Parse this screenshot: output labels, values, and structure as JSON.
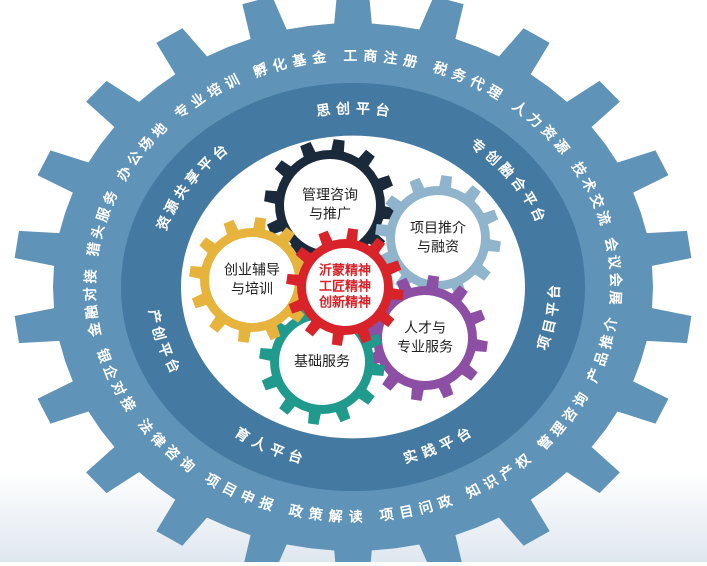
{
  "outer_ring": {
    "items": [
      "孵化基金",
      "工商注册",
      "税务代理",
      "人力资源",
      "技术交流",
      "会议会展",
      "产品推介",
      "管理咨询",
      "知识产权",
      "项目问政",
      "政策解读",
      "项目申报",
      "法律咨询",
      "银企对接",
      "金融对接",
      "猎头服务",
      "办公场地",
      "专业培训"
    ]
  },
  "middle_ring": {
    "items": [
      "思创平台",
      "专创融合平台",
      "项目平台",
      "实践平台",
      "育人平台",
      "产创平台",
      "资源共享平台"
    ]
  },
  "center_gear": {
    "lines": [
      "沂蒙精神",
      "工匠精神",
      "创新精神"
    ],
    "color": "#d8232a"
  },
  "gears": [
    {
      "key": "mgmt",
      "lines": [
        "管理咨询",
        "与推广"
      ],
      "color": "#1b2a3b"
    },
    {
      "key": "project",
      "lines": [
        "项目推介",
        "与融资"
      ],
      "color": "#8fb4cc"
    },
    {
      "key": "talent",
      "lines": [
        "人才与",
        "专业服务"
      ],
      "color": "#8d4fa3"
    },
    {
      "key": "basic",
      "lines": [
        "基础服务"
      ],
      "color": "#1f9a8c"
    },
    {
      "key": "startup",
      "lines": [
        "创业辅导",
        "与培训"
      ],
      "color": "#e6b43c"
    }
  ],
  "colors": {
    "outer_gear": "#5f93b8",
    "middle_band": "#447aa1",
    "text_light": "#ffffff",
    "text_dark": "#222222",
    "background": "#ffffff"
  }
}
